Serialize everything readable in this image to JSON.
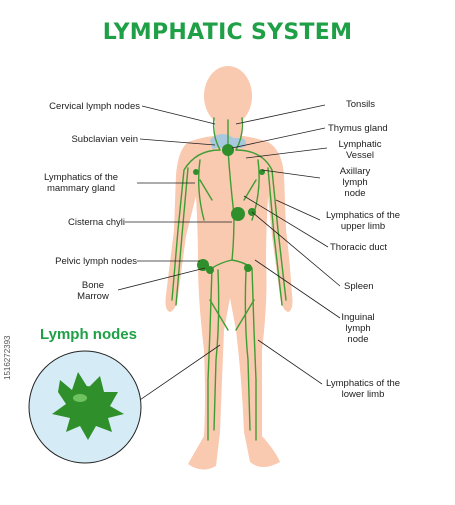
{
  "title": "LYMPHATIC SYSTEM",
  "colors": {
    "title": "#1fa046",
    "skin": "#f9c9b0",
    "lymph": "#3f9d34",
    "node": "#2f8f2a",
    "vein": "#a8c8e0",
    "circle_bg": "#d5ecf6",
    "leader": "#222222"
  },
  "labels": {
    "left": {
      "cervical": "Cervical lymph nodes",
      "subclavian": "Subclavian vein",
      "mammary_1": "Lymphatics of the",
      "mammary_2": "mammary gland",
      "cisterna": "Cisterna chyli",
      "pelvic": "Pelvic lymph nodes",
      "marrow_1": "Bone",
      "marrow_2": "Marrow"
    },
    "right": {
      "tonsils": "Tonsils",
      "thymus": "Thymus gland",
      "lymphatic_vessel_1": "Lymphatic",
      "lymphatic_vessel_2": "Vessel",
      "axillary_1": "Axillary",
      "axillary_2": "lymph",
      "axillary_3": "node",
      "upper_limb_1": "Lymphatics of the",
      "upper_limb_2": "upper limb",
      "thoracic": "Thoracic duct",
      "spleen": "Spleen",
      "inguinal_1": "Inguinal",
      "inguinal_2": "lymph",
      "inguinal_3": "node",
      "lower_limb_1": "Lymphatics of the",
      "lower_limb_2": "lower limb"
    }
  },
  "lymph_nodes_title": "Lymph nodes",
  "stock_id": "1516272393"
}
